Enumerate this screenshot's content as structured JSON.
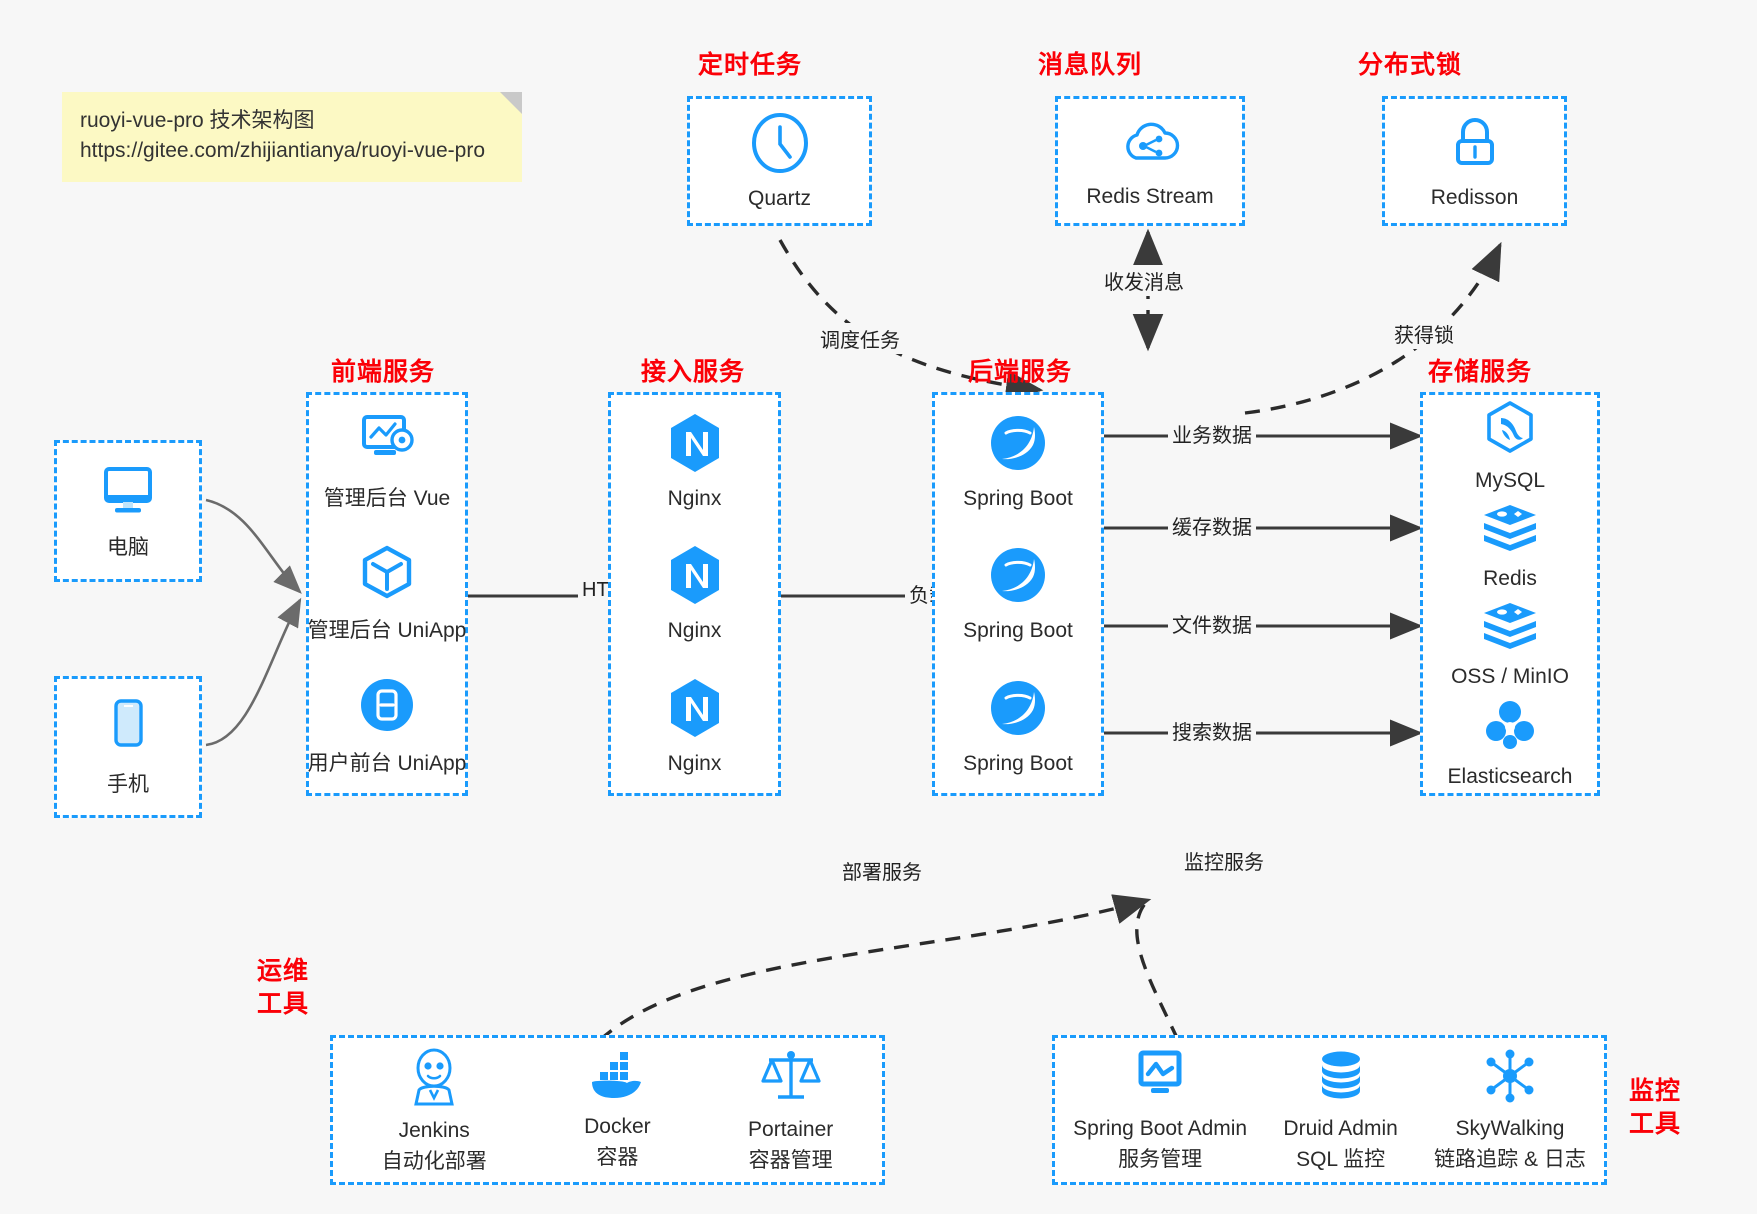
{
  "note": {
    "line1": "ruoyi-vue-pro 技术架构图",
    "line2": "https://gitee.com/zhijiantianya/ruoyi-vue-pro"
  },
  "colors": {
    "accent_blue": "#1a9bfc",
    "title_red": "#fb0007",
    "wire_gray": "#555555",
    "note_yellow": "#fcf9c4",
    "background": "#f7f7f7"
  },
  "groups": {
    "scheduled_task": {
      "title": "定时任务",
      "items": [
        {
          "label": "Quartz",
          "icon": "clock-icon"
        }
      ]
    },
    "message_queue": {
      "title": "消息队列",
      "items": [
        {
          "label": "Redis Stream",
          "icon": "cloud-queue-icon"
        }
      ]
    },
    "distributed_lock": {
      "title": "分布式锁",
      "items": [
        {
          "label": "Redisson",
          "icon": "lock-icon"
        }
      ]
    },
    "clients": {
      "items": [
        {
          "label": "电脑",
          "icon": "desktop-icon"
        },
        {
          "label": "手机",
          "icon": "mobile-icon"
        }
      ]
    },
    "frontend": {
      "title": "前端服务",
      "items": [
        {
          "label": "管理后台 Vue",
          "icon": "dashboard-gear-icon"
        },
        {
          "label": "管理后台 UniApp",
          "icon": "cube-icon"
        },
        {
          "label": "用户前台 UniApp",
          "icon": "app-circle-icon"
        }
      ]
    },
    "gateway": {
      "title": "接入服务",
      "items": [
        {
          "label": "Nginx",
          "icon": "nginx-icon"
        },
        {
          "label": "Nginx",
          "icon": "nginx-icon"
        },
        {
          "label": "Nginx",
          "icon": "nginx-icon"
        }
      ]
    },
    "backend": {
      "title": "后端服务",
      "items": [
        {
          "label": "Spring Boot",
          "icon": "spring-leaf-icon"
        },
        {
          "label": "Spring Boot",
          "icon": "spring-leaf-icon"
        },
        {
          "label": "Spring Boot",
          "icon": "spring-leaf-icon"
        }
      ]
    },
    "storage": {
      "title": "存储服务",
      "items": [
        {
          "label": "MySQL",
          "icon": "mysql-dolphin-icon"
        },
        {
          "label": "Redis",
          "icon": "redis-stack-icon"
        },
        {
          "label": "OSS / MinIO",
          "icon": "redis-stack-icon"
        },
        {
          "label": "Elasticsearch",
          "icon": "elasticsearch-icon"
        }
      ]
    },
    "devops": {
      "title_line1": "运维",
      "title_line2": "工具",
      "items": [
        {
          "label": "Jenkins",
          "sub": "自动化部署",
          "icon": "jenkins-butler-icon"
        },
        {
          "label": "Docker",
          "sub": "容器",
          "icon": "docker-whale-icon"
        },
        {
          "label": "Portainer",
          "sub": "容器管理",
          "icon": "scales-icon"
        }
      ]
    },
    "monitor": {
      "title_line1": "监控",
      "title_line2": "工具",
      "items": [
        {
          "label": "Spring Boot Admin",
          "sub": "服务管理",
          "icon": "monitor-chart-icon"
        },
        {
          "label": "Druid Admin",
          "sub": "SQL 监控",
          "icon": "database-icon"
        },
        {
          "label": "SkyWalking",
          "sub": "链路追踪 & 日志",
          "icon": "skywalking-icon"
        }
      ]
    }
  },
  "connections": [
    {
      "id": "http",
      "label": "HTTP",
      "from": "frontend",
      "to": "gateway"
    },
    {
      "id": "loadbalance",
      "label": "负载均衡",
      "from": "gateway",
      "to": "backend"
    },
    {
      "id": "business-data",
      "label": "业务数据",
      "from": "backend",
      "to": "mysql"
    },
    {
      "id": "cache-data",
      "label": "缓存数据",
      "from": "backend",
      "to": "redis"
    },
    {
      "id": "file-data",
      "label": "文件数据",
      "from": "backend",
      "to": "oss"
    },
    {
      "id": "search-data",
      "label": "搜索数据",
      "from": "backend",
      "to": "elasticsearch"
    },
    {
      "id": "schedule-task",
      "label": "调度任务",
      "from": "quartz",
      "to": "backend"
    },
    {
      "id": "send-receive-message",
      "label": "收发消息",
      "from": "redis-stream",
      "to": "backend"
    },
    {
      "id": "acquire-lock",
      "label": "获得锁",
      "from": "backend",
      "to": "redisson"
    },
    {
      "id": "deploy-service",
      "label": "部署服务",
      "from": "devops",
      "to": "backend"
    },
    {
      "id": "monitor-service",
      "label": "监控服务",
      "from": "monitor",
      "to": "backend"
    }
  ]
}
